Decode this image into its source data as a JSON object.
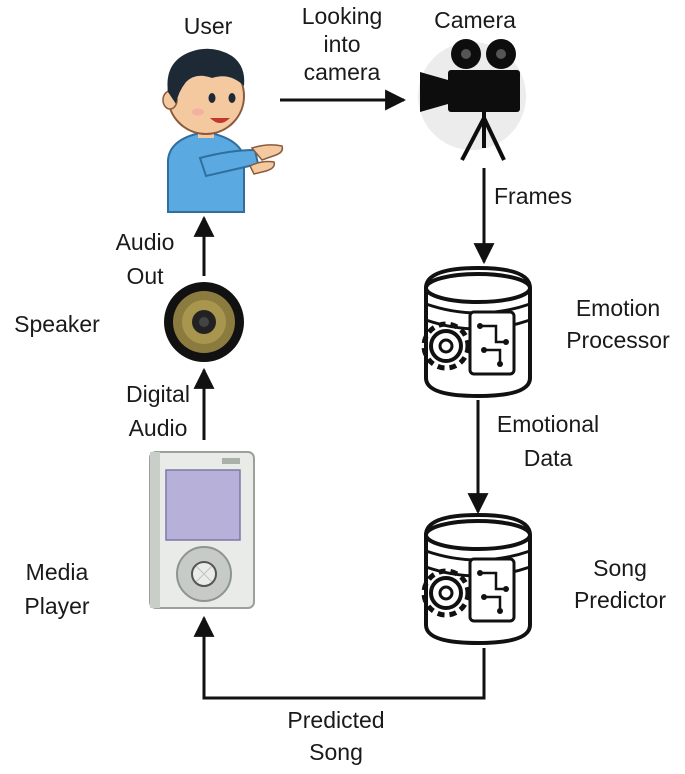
{
  "diagram": {
    "nodes": {
      "user": {
        "label": "User"
      },
      "camera": {
        "label": "Camera"
      },
      "emotion_processor": {
        "label_line1": "Emotion",
        "label_line2": "Processor"
      },
      "song_predictor": {
        "label_line1": "Song",
        "label_line2": "Predictor"
      },
      "media_player": {
        "label_line1": "Media",
        "label_line2": "Player"
      },
      "speaker": {
        "label": "Speaker"
      }
    },
    "edges": {
      "user_to_camera": {
        "line1": "Looking",
        "line2": "into",
        "line3": "camera"
      },
      "camera_to_emotion": {
        "label": "Frames"
      },
      "emotion_to_song": {
        "line1": "Emotional",
        "line2": "Data"
      },
      "song_to_player": {
        "line1": "Predicted",
        "line2": "Song"
      },
      "player_to_speaker": {
        "line1": "Digital",
        "line2": "Audio"
      },
      "speaker_to_user": {
        "line1": "Audio",
        "line2": "Out"
      }
    },
    "colors": {
      "arrow": "#111111",
      "user_shirt": "#5aa9e0",
      "skin": "#f4c9a0",
      "hair": "#1d2a36",
      "camera_body": "#0d0d0d",
      "database_outline": "#111111",
      "speaker_cone": "#8c7b3e",
      "player_screen": "#b7b0d8",
      "player_body": "#e8ebe8"
    },
    "icons": [
      "user-illustration",
      "movie-camera-icon",
      "database-gears-icon",
      "speaker-icon",
      "media-player-icon"
    ]
  }
}
